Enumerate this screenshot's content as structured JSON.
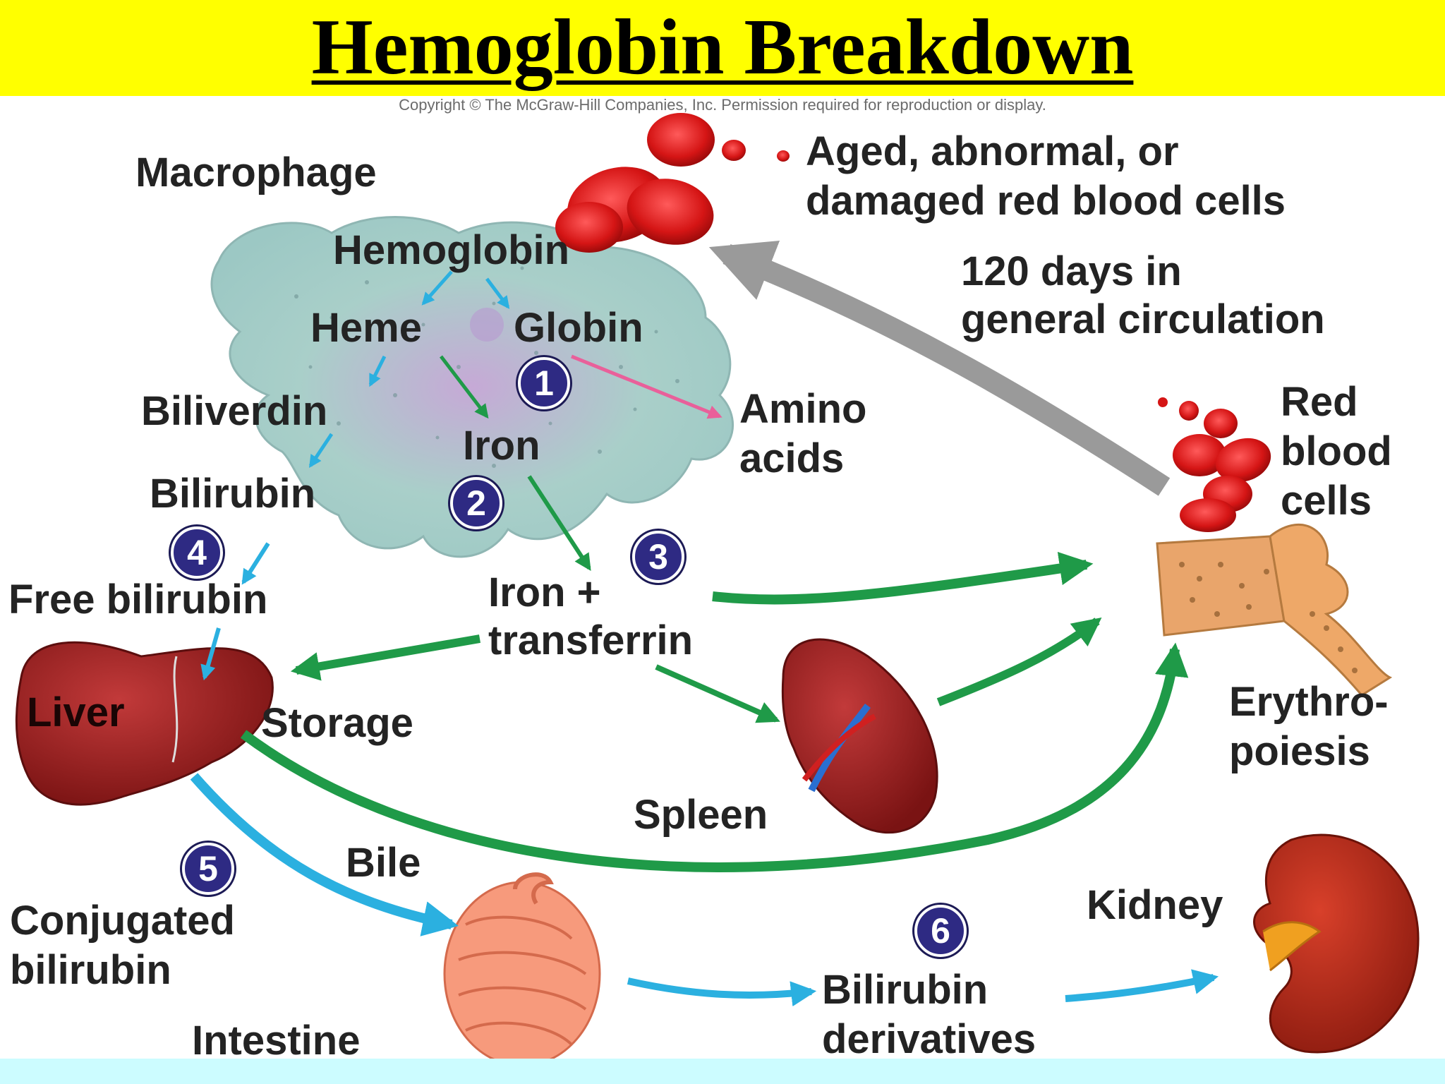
{
  "title": "Hemoglobin Breakdown",
  "copyright": "Copyright © The McGraw-Hill Companies, Inc. Permission required for reproduction or display.",
  "labels": {
    "macrophage": "Macrophage",
    "aged_cells_line1": "Aged, abnormal, or",
    "aged_cells_line2": "damaged red blood cells",
    "hemoglobin": "Hemoglobin",
    "heme": "Heme",
    "globin": "Globin",
    "days_line1": "120 days in",
    "days_line2": "general circulation",
    "biliverdin": "Biliverdin",
    "amino_line1": "Amino",
    "amino_line2": "acids",
    "iron": "Iron",
    "rbc_line1": "Red",
    "rbc_line2": "blood",
    "rbc_line3": "cells",
    "bilirubin": "Bilirubin",
    "free_bilirubin": "Free bilirubin",
    "iron_transferrin_line1": "Iron +",
    "iron_transferrin_line2": "transferrin",
    "liver": "Liver",
    "storage": "Storage",
    "erythro_line1": "Erythro-",
    "erythro_line2": "poiesis",
    "spleen": "Spleen",
    "bile": "Bile",
    "conjugated_line1": "Conjugated",
    "conjugated_line2": "bilirubin",
    "kidney": "Kidney",
    "bilirubin_deriv_line1": "Bilirubin",
    "bilirubin_deriv_line2": "derivatives",
    "intestine": "Intestine"
  },
  "steps": [
    "1",
    "2",
    "3",
    "4",
    "5",
    "6"
  ],
  "colors": {
    "title_bar": "#ffff00",
    "bottom_bar": "#ccfcff",
    "green_arrow": "#1f9a48",
    "blue_arrow": "#2bb0e0",
    "pink_arrow": "#e9609a",
    "gray_arrow": "#9a9a9a",
    "badge": "#2e2a83",
    "organ_red": "#8e1c1c"
  }
}
